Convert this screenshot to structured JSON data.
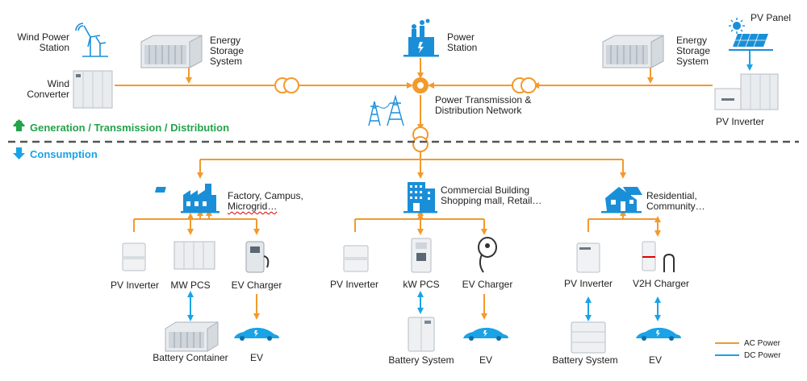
{
  "colors": {
    "ac": "#f39a2b",
    "dc": "#1aa3e6",
    "gen": "#23a34a",
    "cons": "#1aa3e6",
    "icon": "#1a8fd8"
  },
  "top": {
    "wind_station": [
      "Wind Power",
      "Station"
    ],
    "wind_converter": [
      "Wind",
      "Converter"
    ],
    "ess_left": [
      "Energy",
      "Storage",
      "System"
    ],
    "power_station": [
      "Power",
      "Station"
    ],
    "network": [
      "Power Transmission &",
      "Distribution Network"
    ],
    "ess_right": [
      "Energy",
      "Storage",
      "System"
    ],
    "pv_panel": "PV Panel",
    "pv_inverter": "PV Inverter"
  },
  "sections": {
    "generation": "Generation / Transmission / Distribution",
    "consumption": "Consumption"
  },
  "groups": {
    "factory": {
      "title": [
        "Factory, Campus,",
        "Microgrid…"
      ],
      "devices": [
        "PV Inverter",
        "MW PCS",
        "EV Charger"
      ],
      "storage": [
        "Battery Container",
        "EV"
      ]
    },
    "commercial": {
      "title": [
        "Commercial Building",
        "Shopping mall, Retail…"
      ],
      "devices": [
        "PV Inverter",
        "kW PCS",
        "EV  Charger"
      ],
      "storage": [
        "Battery System",
        "EV"
      ]
    },
    "residential": {
      "title": [
        "Residential,",
        "Community…"
      ],
      "devices": [
        "PV Inverter",
        "V2H Charger"
      ],
      "storage": [
        "Battery System",
        "EV"
      ]
    }
  },
  "legend": {
    "ac": "AC Power",
    "dc": "DC Power"
  },
  "icons": [
    "wind-turbine-icon",
    "converter-cabinet-icon",
    "container-icon",
    "power-station-icon",
    "transformer-icon",
    "transmission-tower-icon",
    "solar-panel-icon",
    "sun-icon",
    "inverter-icon",
    "factory-icon",
    "office-building-icon",
    "house-icon",
    "pcs-cabinet-icon",
    "ev-charger-icon",
    "battery-cabinet-icon",
    "electric-car-icon"
  ]
}
